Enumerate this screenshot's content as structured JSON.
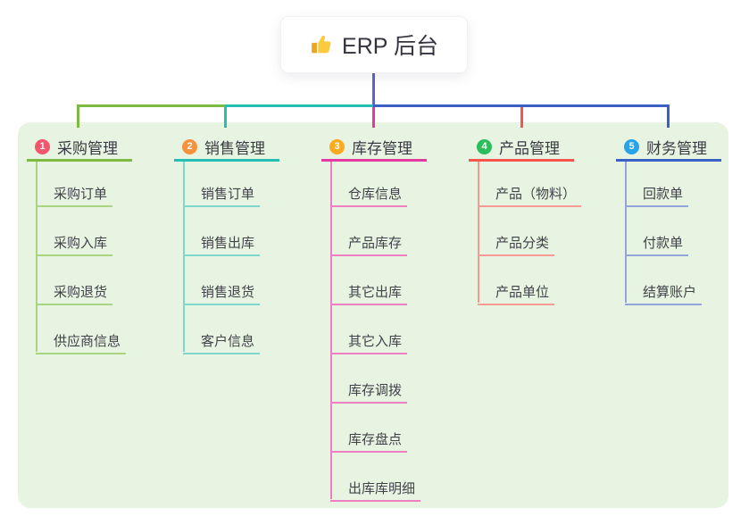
{
  "root": {
    "label": "ERP 后台",
    "icon": "thumbs-up-icon"
  },
  "colors": {
    "panel_background": "#e7f4e2",
    "trunk": "#5a66c8",
    "branch_main": [
      "#7eba41",
      "#24beb2",
      "#e23a9e",
      "#f5554d",
      "#3d60c4"
    ],
    "branch_light": [
      "#a9d583",
      "#7fd6cb",
      "#ef7fc3",
      "#f79a93",
      "#92a5db"
    ],
    "badges": [
      "#f4566e",
      "#f7913c",
      "#fbab1f",
      "#2ebd5b",
      "#29a3e8"
    ]
  },
  "branches": [
    {
      "index": "1",
      "label": "采购管理",
      "color": "#7eba41",
      "light_color": "#a9d583",
      "badge_color": "#f4566e",
      "children": [
        "采购订单",
        "采购入库",
        "采购退货",
        "供应商信息"
      ]
    },
    {
      "index": "2",
      "label": "销售管理",
      "color": "#24beb2",
      "light_color": "#7fd6cb",
      "badge_color": "#f7913c",
      "children": [
        "销售订单",
        "销售出库",
        "销售退货",
        "客户信息"
      ]
    },
    {
      "index": "3",
      "label": "库存管理",
      "color": "#e23a9e",
      "light_color": "#ef7fc3",
      "badge_color": "#fbab1f",
      "children": [
        "仓库信息",
        "产品库存",
        "其它出库",
        "其它入库",
        "库存调拨",
        "库存盘点",
        "出库库明细"
      ]
    },
    {
      "index": "4",
      "label": "产品管理",
      "color": "#f5554d",
      "light_color": "#f79a93",
      "badge_color": "#2ebd5b",
      "children": [
        "产品（物料）",
        "产品分类",
        "产品单位"
      ]
    },
    {
      "index": "5",
      "label": "财务管理",
      "color": "#3d60c4",
      "light_color": "#92a5db",
      "badge_color": "#29a3e8",
      "children": [
        "回款单",
        "付款单",
        "结算账户"
      ]
    }
  ]
}
